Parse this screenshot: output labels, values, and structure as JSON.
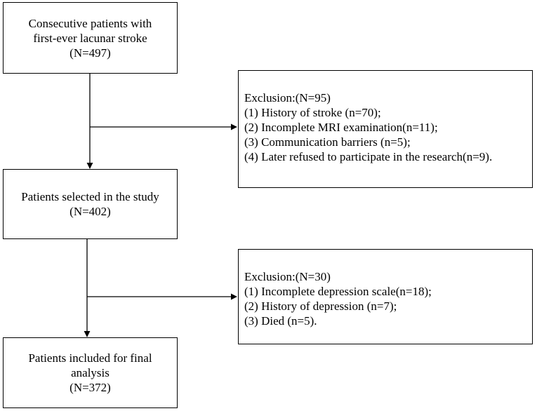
{
  "boxes": {
    "start": {
      "lines": [
        "Consecutive patients with",
        "first-ever lacunar stroke",
        "(N=497)"
      ]
    },
    "exclusion1": {
      "lines": [
        "Exclusion:(N=95)",
        "(1) History of stroke (n=70);",
        "(2) Incomplete MRI examination(n=11);",
        "(3) Communication barriers (n=5);",
        "(4) Later refused to participate in the research(n=9)."
      ]
    },
    "selected": {
      "lines": [
        "Patients selected in the study",
        "(N=402)"
      ]
    },
    "exclusion2": {
      "lines": [
        "Exclusion:(N=30)",
        "(1) Incomplete depression scale(n=18);",
        "(2) History of depression (n=7);",
        "(3) Died (n=5)."
      ]
    },
    "final": {
      "lines": [
        "Patients included for final",
        "analysis",
        "(N=372)"
      ]
    }
  },
  "colors": {
    "stroke": "#000000",
    "background": "#ffffff"
  }
}
